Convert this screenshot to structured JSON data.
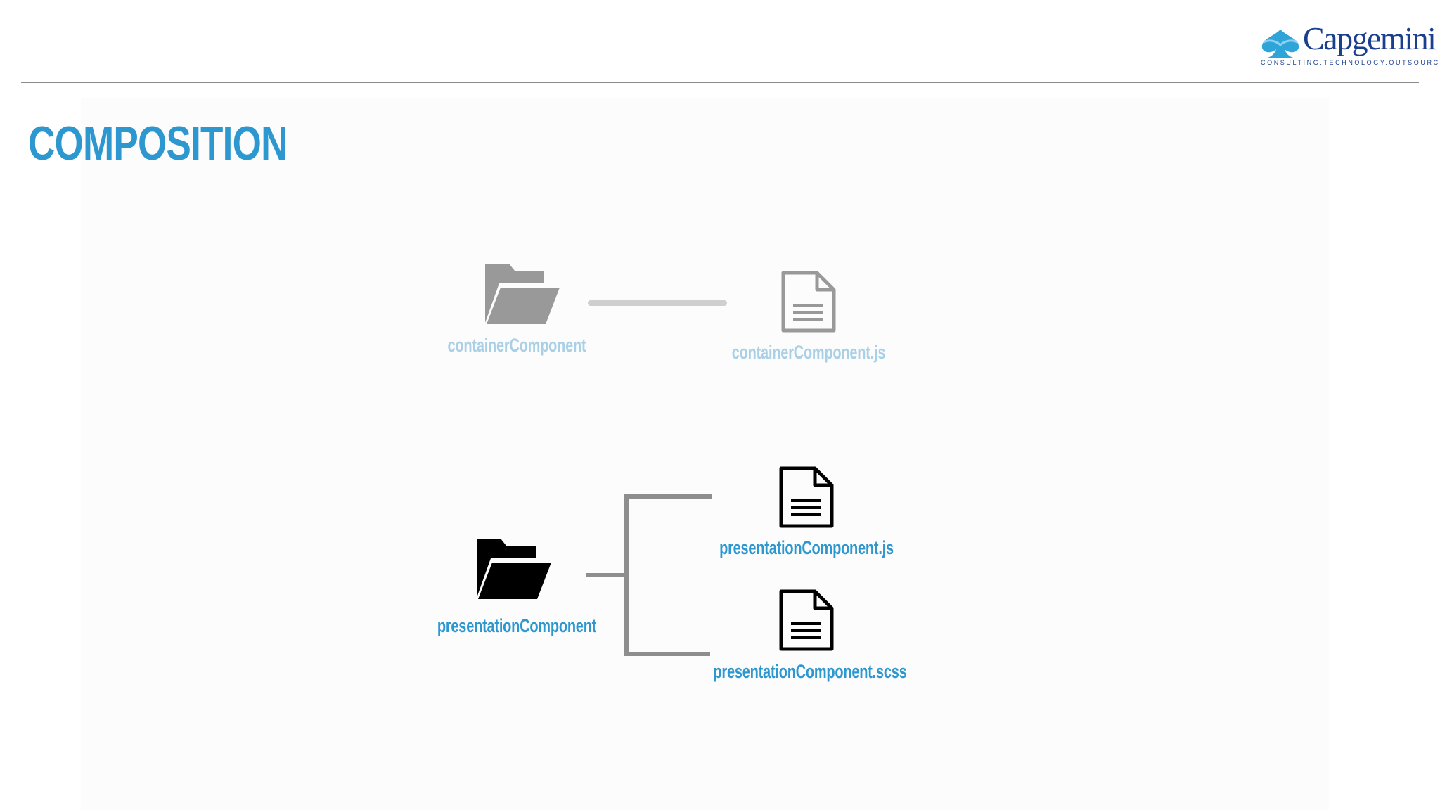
{
  "slide": {
    "title": "COMPOSITION"
  },
  "brand": {
    "name": "Capgemini",
    "tagline": "CONSULTING.TECHNOLOGY.OUTSOURCING",
    "logo_icon": "spade-icon",
    "color": "#1b3f8f"
  },
  "diagram": {
    "container": {
      "folder_label": "containerComponent",
      "folder_icon": "folder-open-icon",
      "files": [
        {
          "label": "containerComponent.js",
          "icon": "document-icon"
        }
      ],
      "state": "faded"
    },
    "presentation": {
      "folder_label": "presentationComponent",
      "folder_icon": "folder-open-icon",
      "files": [
        {
          "label": "presentationComponent.js",
          "icon": "document-icon"
        },
        {
          "label": "presentationComponent.scss",
          "icon": "document-icon"
        }
      ],
      "state": "active"
    }
  },
  "colors": {
    "title": "#2d97cf",
    "label_active": "#2d97cf",
    "label_faded": "#a9d0e6",
    "icon_active": "#000000",
    "icon_faded": "#999999",
    "connector_faded": "#cfcfcf",
    "connector_active": "#8e8e8e"
  }
}
